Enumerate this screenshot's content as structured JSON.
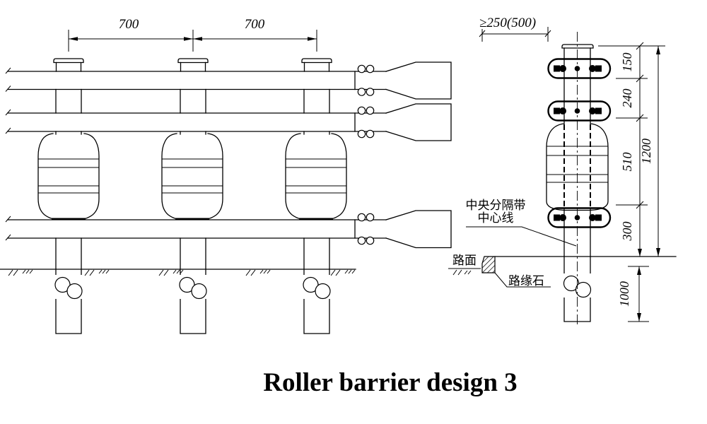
{
  "title": "Roller barrier design 3",
  "elevation": {
    "dim_spacing_left": "700",
    "dim_spacing_right": "700"
  },
  "section": {
    "dim_offset": "≥250(500)",
    "dim_150": "150",
    "dim_240": "240",
    "dim_510": "510",
    "dim_300": "300",
    "dim_1200": "1200",
    "dim_1000": "1000",
    "label_median_line1": "中央分隔带",
    "label_median_line2": "中心线",
    "label_road_surface": "路面",
    "label_curb": "路缘石"
  },
  "colors": {
    "line": "#000000",
    "background": "#ffffff"
  }
}
